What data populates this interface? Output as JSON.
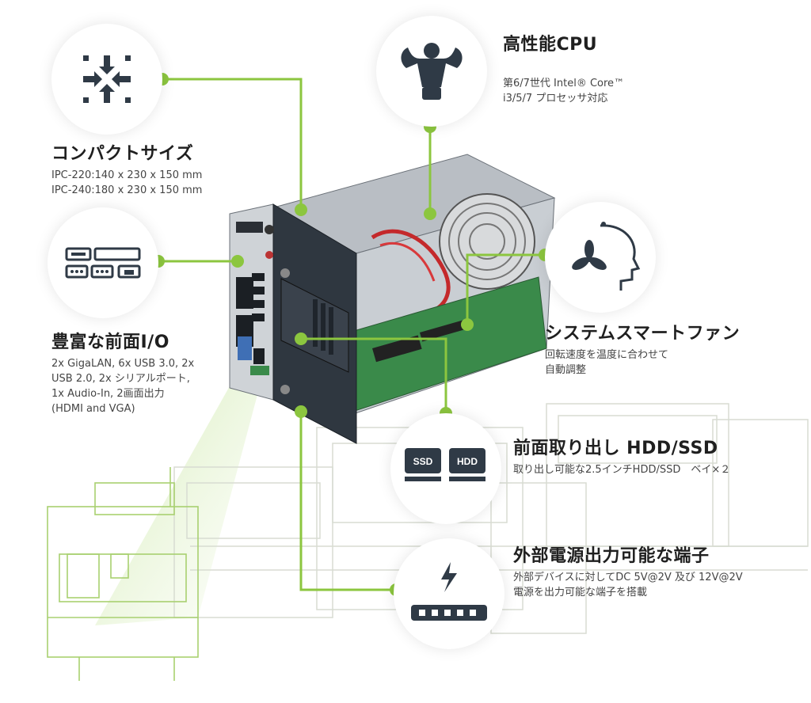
{
  "features": {
    "compact": {
      "icon": "arrows-inward-icon",
      "title": "コンパクトサイズ",
      "lines": [
        "IPC-220:140 x 230 x 150 mm",
        "IPC-240:180 x 230 x 150 mm"
      ]
    },
    "io": {
      "icon": "ports-icon",
      "title": "豊富な前面I/O",
      "lines": [
        "2x GigaLAN, 6x USB 3.0, 2x",
        "USB 2.0, 2x シリアルポート,",
        "1x Audio-In, 2画面出力",
        "(HDMI and VGA)"
      ]
    },
    "cpu": {
      "icon": "strongman-icon",
      "title": "高性能CPU",
      "lines": [
        "第6/7世代 Intel® Core™",
        "i3/5/7 プロセッサ対応"
      ]
    },
    "fan": {
      "icon": "smart-fan-icon",
      "title": "システムスマートファン",
      "lines": [
        "回転速度を温度に合わせて",
        "自動調整"
      ]
    },
    "storage": {
      "icon": "ssd-hdd-icon",
      "title": "前面取り出し HDD/SSD",
      "lines": [
        "取り出し可能な2.5インチHDD/SSD　ベイ×２"
      ],
      "badges": [
        "SSD",
        "HDD"
      ]
    },
    "power": {
      "icon": "power-terminal-icon",
      "title": "外部電源出力可能な端子",
      "lines": [
        "外部デバイスに対してDC 5V@2V 及び 12V@2V",
        "電源を出力可能な端子を搭載"
      ]
    }
  },
  "colors": {
    "accent": "#8cc63f",
    "icon": "#2f3a46",
    "title": "#1f1f1f",
    "text": "#444444"
  }
}
